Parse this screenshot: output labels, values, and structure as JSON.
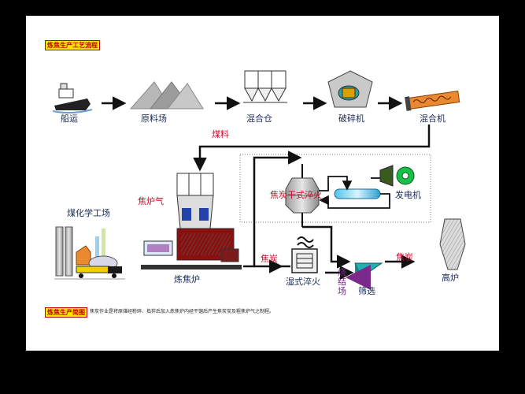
{
  "title_tag": "炼焦生产工艺流程",
  "legend_tag": "炼焦生产简图",
  "footnote": "焦炭作业是将原煤经粉碎、捣拌后加入炼焦炉内经干馏后产生焦炭炭及粗焦炉气之制程。",
  "stages": {
    "ship": "船运",
    "raw_yard": "原料场",
    "mix_bin": "混合仓",
    "crusher": "破碎机",
    "mixer": "混合机",
    "coke_oven": "炼焦炉",
    "chem_plant": "煤化学工场",
    "cdq": "焦炭干式淬火",
    "generator": "发电机",
    "wet_quench": "湿式淬火",
    "sinter": "烧结场",
    "screen": "筛选",
    "blast_furnace": "高炉"
  },
  "flows": {
    "coal": "煤料",
    "oven_gas": "焦炉气",
    "coke_1": "焦炭",
    "coke_2": "焦炭"
  },
  "colors": {
    "arrow": "#111111",
    "label": "#1a2a55",
    "flow_label": "#c8102e",
    "tag_fill": "#ffe600",
    "tag_border": "#c00000"
  }
}
